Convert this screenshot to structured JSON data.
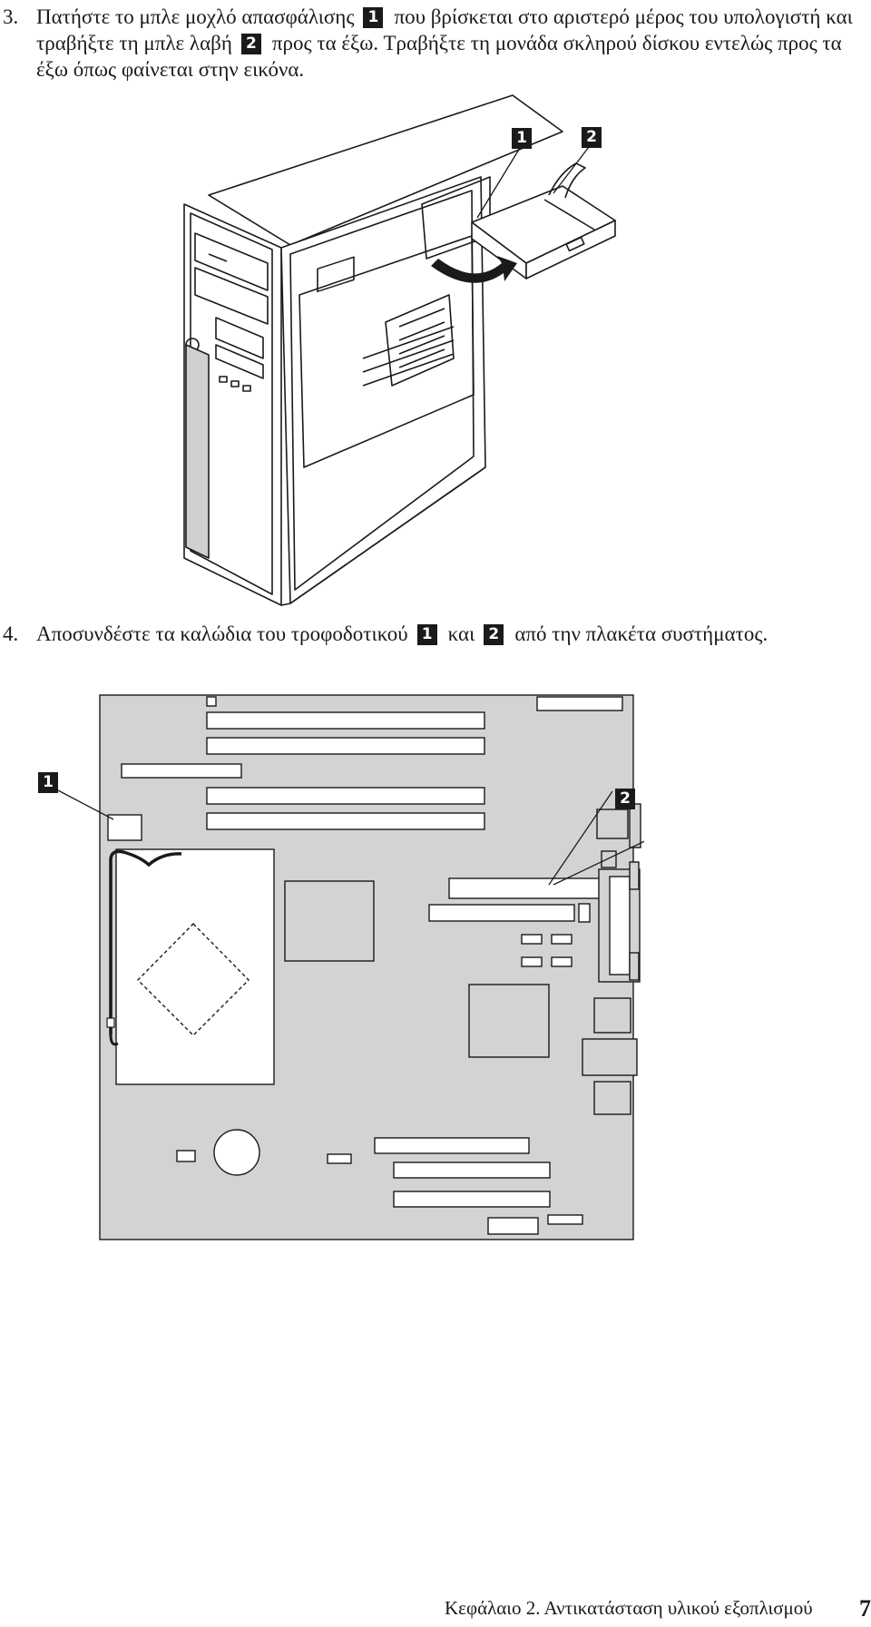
{
  "step3": {
    "number": "3.",
    "part1": "Πατήστε το μπλε μοχλό απασφάλισης",
    "callout1": "1",
    "part2": "που βρίσκεται στο αριστερό μέρος του υπολογιστή και τραβήξτε τη μπλε λαβή",
    "callout2": "2",
    "part3": "προς τα έξω. Τραβήξτε τη μονάδα σκληρού δίσκου εντελώς προς τα έξω όπως φαίνεται στην εικόνα."
  },
  "figure1": {
    "callout1": "1",
    "callout2": "2"
  },
  "step4": {
    "number": "4.",
    "part1": "Αποσυνδέστε τα καλώδια του τροφοδοτικού",
    "callout1": "1",
    "part2": "και",
    "callout2": "2",
    "part3": "από την πλακέτα συστήματος."
  },
  "figure2": {
    "callout1": "1",
    "callout2": "2"
  },
  "footer": {
    "chapter": "Κεφάλαιο 2. Αντικατάσταση υλικού εξοπλισμού",
    "page": "7"
  }
}
